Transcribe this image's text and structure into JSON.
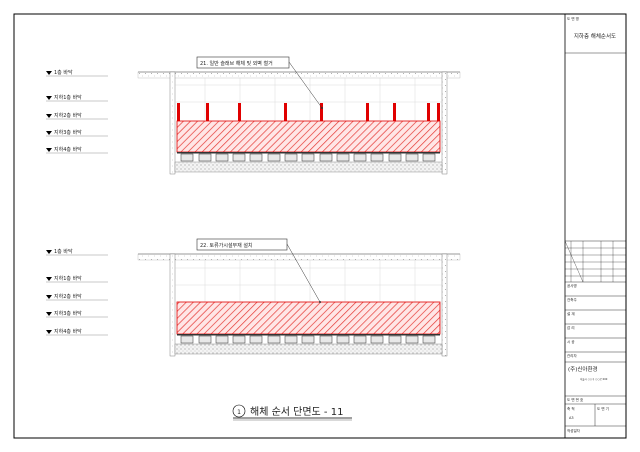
{
  "levels": [
    "1층 바닥",
    "지하1층 바닥",
    "지하2층 바닥",
    "지하3층 바닥",
    "지하4층 바닥"
  ],
  "callouts": {
    "top": "21. 일반 슬래브 해체 및 외벽 철거",
    "bottom": "22. 토류가시설부재 설치"
  },
  "drawing_title": {
    "number": "1",
    "title": "해체 순서 단면도 - 11"
  },
  "title_block": {
    "drawing_name_label": "도 면 명",
    "drawing_name": "지하층 해체순서도",
    "project_label": "공사명",
    "owner_label": "건축주",
    "designer_label": "설 계",
    "supervisor_label": "감 리",
    "contractor_label": "시 공",
    "reviewer_label": "관리자",
    "company": "(주)신아환경",
    "company_small": "서울시 ○○구 ○○로 000",
    "drawing_no_label": "도 면 번 호",
    "scale_label": "축 척",
    "scale_value": "A3",
    "sheet_label": "도 면 기",
    "date_label": "작성일자"
  },
  "colors": {
    "red": "#e00000",
    "hatch_red": "#e53935",
    "line": "#555555",
    "border": "#000000"
  }
}
